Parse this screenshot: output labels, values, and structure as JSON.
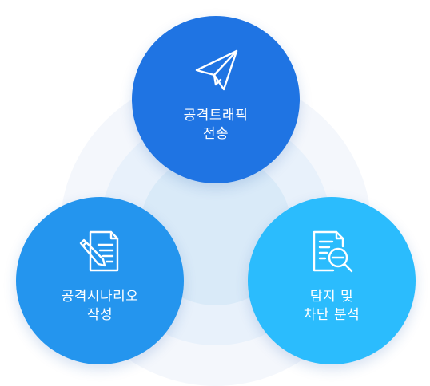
{
  "nodes": {
    "top": {
      "line1": "공격트래픽",
      "line2": "전송",
      "icon": "paper-plane-icon"
    },
    "left": {
      "line1": "공격시나리오",
      "line2": "작성",
      "icon": "document-pen-icon"
    },
    "right": {
      "line1": "탐지 및",
      "line2": "차단 분석",
      "icon": "document-magnifier-icon"
    }
  },
  "colors": {
    "top": "#1f74e3",
    "left": "#2495ee",
    "right": "#2bbcfd",
    "rings": [
      "#f4f7fc",
      "#e8f1fb",
      "#d9eaf8"
    ]
  }
}
